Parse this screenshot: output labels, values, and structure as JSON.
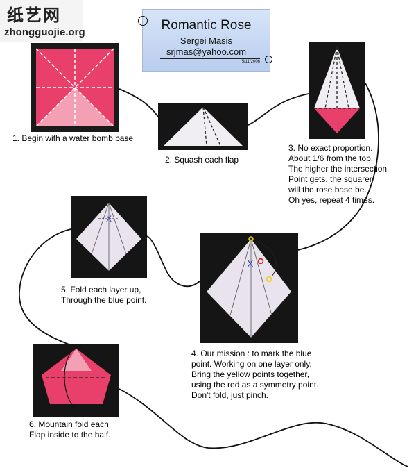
{
  "watermark": {
    "site_name": "纸艺网",
    "url": "zhongguojie.org"
  },
  "title_card": {
    "title": "Romantic Rose",
    "author": "Sergei Masis",
    "email": "srjmas@yahoo.com",
    "date": "5/11/2006"
  },
  "steps": [
    {
      "lines": [
        "1. Begin with a water bomb base"
      ]
    },
    {
      "lines": [
        "2. Squash each flap"
      ]
    },
    {
      "lines": [
        "3. No exact proportion.",
        "About 1/6 from the top.",
        "The higher the intersection",
        "Point gets, the squarer",
        "will the rose base be.",
        "Oh yes, repeat 4 times."
      ]
    },
    {
      "lines": [
        "4. Our mission : to mark the blue",
        "point. Working on one layer only.",
        "Bring the yellow points together,",
        "using the red as a symmetry point.",
        "Don't fold, just pinch."
      ]
    },
    {
      "lines": [
        "5. Fold each layer up,",
        "Through the blue point."
      ]
    },
    {
      "lines": [
        "6. Mountain fold each",
        "Flap inside to the half."
      ]
    }
  ],
  "colors": {
    "paper_pink": "#e8406a",
    "paper_white": "#f1eef3",
    "photo_bg": "#121212",
    "marker_blue": "#2b3fa8",
    "marker_red": "#d22222",
    "marker_yellow": "#e6d21e"
  }
}
